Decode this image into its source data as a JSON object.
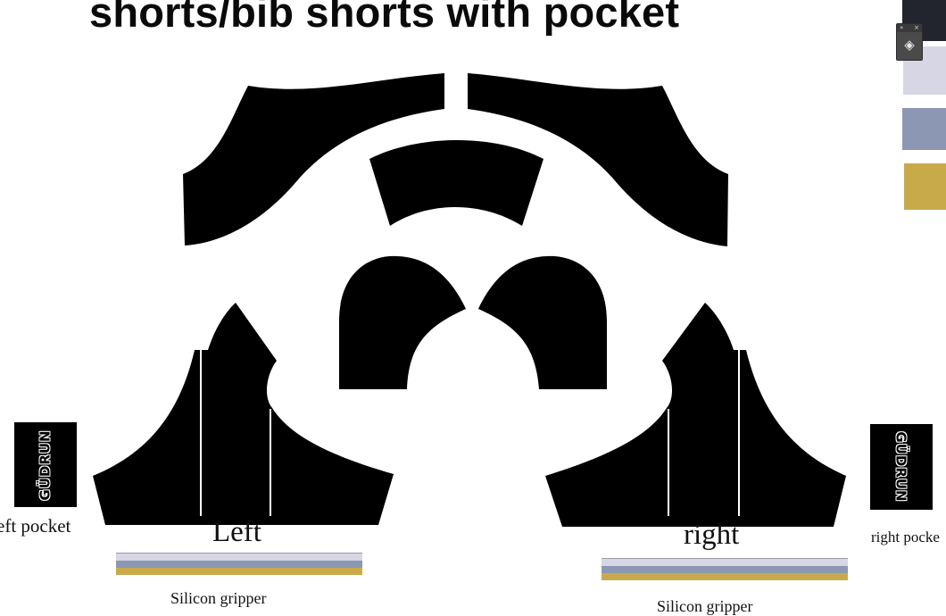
{
  "document": {
    "title": "shorts/bib shorts with pocket"
  },
  "labels": {
    "left": "Left",
    "right": "right",
    "left_pocket": "eft pocket",
    "right_pocket": "right pocke",
    "gripper_left": "Silicon gripper",
    "gripper_right": "Silicon gripper"
  },
  "logos": {
    "left": "GÜDRUN",
    "right": "GÜDRUN"
  },
  "gripper_colors": [
    "#d6d6e4",
    "#8c97b4",
    "#c9aa4a"
  ],
  "swatches": [
    {
      "name": "navy",
      "color": "#22252e"
    },
    {
      "name": "lavender",
      "color": "#d6d6e4"
    },
    {
      "name": "slate-blue",
      "color": "#8c97b4"
    },
    {
      "name": "gold",
      "color": "#c9aa4a"
    }
  ],
  "layers_panel": {
    "icon": "layers-icon",
    "expand": "»",
    "close": "×"
  }
}
